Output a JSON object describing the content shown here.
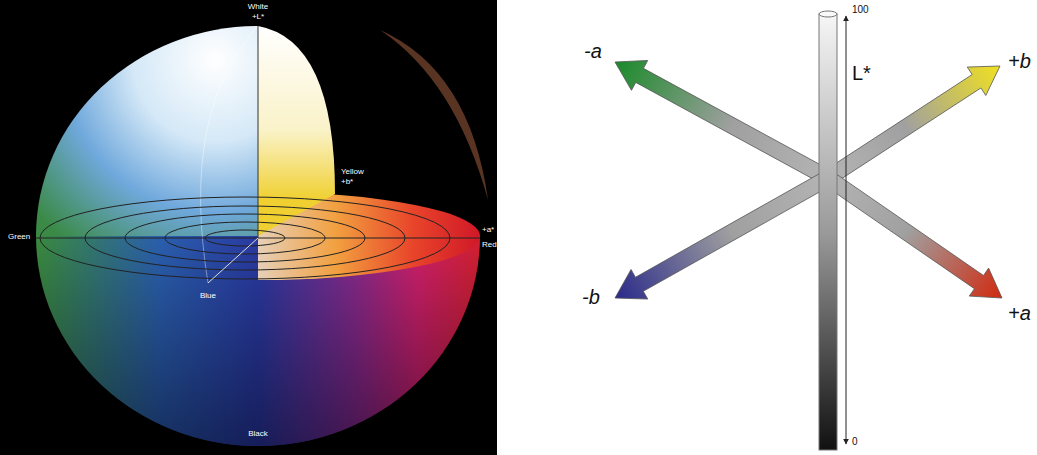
{
  "diagram": {
    "labels": [
      "White",
      "+L*",
      "Yellow",
      "+b*",
      "Green",
      "+a*",
      "Red",
      "Blue",
      "Black",
      "-a",
      "+b",
      "-b",
      "+a",
      "L*",
      "100",
      "0"
    ]
  }
}
